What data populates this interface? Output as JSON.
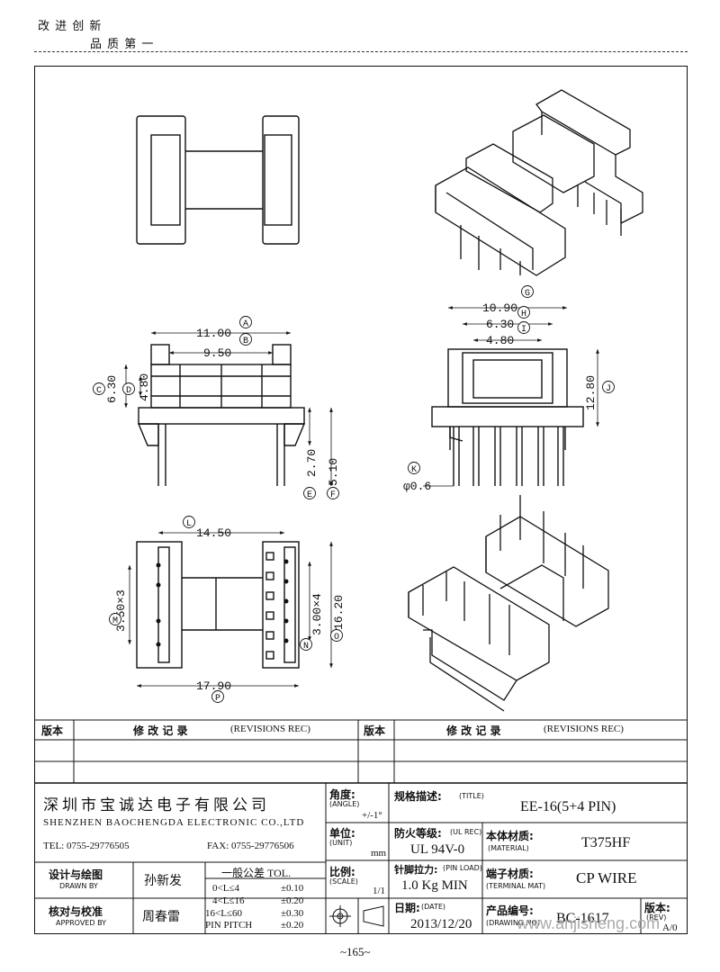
{
  "header": {
    "motto_line1": "改 进 创 新",
    "motto_line2": "品 质 第 一"
  },
  "dimensions": {
    "A": "11.00",
    "B": "9.50",
    "C": "6.30",
    "D": "4.80",
    "E": "2.70",
    "F": "5.10",
    "G": "10.90",
    "H": "6.30",
    "I": "4.80",
    "J": "12.80",
    "K": "φ0.6",
    "L": "14.50",
    "M": "3.50×3",
    "N": "3.00×4",
    "O": "16.20",
    "P": "17.90"
  },
  "markers": [
    "A",
    "B",
    "C",
    "D",
    "E",
    "F",
    "G",
    "H",
    "I",
    "J",
    "K",
    "L",
    "M",
    "N",
    "O",
    "P"
  ],
  "revisions": {
    "col_version": "版本",
    "col_record": "修  改  记  录",
    "col_record_en": "(REVISIONS REC)"
  },
  "title_block": {
    "company_cn": "深圳市宝诚达电子有限公司",
    "company_en": "SHENZHEN BAOCHENGDA ELECTRONIC CO.,LTD",
    "tel": "TEL: 0755-29776505",
    "fax": "FAX: 0755-29776506",
    "angle_label": "角度:",
    "angle_en": "(ANGLE)",
    "angle_value": "+/-1°",
    "unit_label": "单位:",
    "unit_en": "(UNIT)",
    "unit_value": "mm",
    "scale_label": "比例:",
    "scale_en": "(SCALE)",
    "scale_value": "1/1",
    "title_label": "规格描述:",
    "title_en": "(TITLE)",
    "title_value": "EE-16(5+4 PIN)",
    "ul_label": "防火等级:",
    "ul_en": "(UL REC)",
    "ul_value": "UL 94V-0",
    "material_label": "本体材质:",
    "material_en": "(MATERIAL)",
    "material_value": "T375HF",
    "pinload_label": "针脚拉力:",
    "pinload_en": "(PIN LOAD)",
    "pinload_value": "1.0 Kg MIN",
    "terminal_label": "端子材质:",
    "terminal_en": "(TERMINAL MAT)",
    "terminal_value": "CP WIRE",
    "date_label": "日期:",
    "date_en": "(DATE)",
    "date_value": "2013/12/20",
    "drawing_label": "产品编号:",
    "drawing_en": "(DRAWING NO)",
    "drawing_value": "BC-1617",
    "rev_label": "版本:",
    "rev_en": "(REV)",
    "rev_value": "A/0",
    "drawn_label": "设计与绘图",
    "drawn_en": "DRAWN BY",
    "drawn_name": "孙新发",
    "approved_label": "核对与校准",
    "approved_en": "APPROVED BY",
    "approved_name": "周春雷",
    "tol_title": "一般公差 TOL.",
    "tol_rows": [
      {
        "range": "0<L≤4",
        "tol": "±0.10"
      },
      {
        "range": "4<L≤16",
        "tol": "±0.20"
      },
      {
        "range": "16<L≤60",
        "tol": "±0.30"
      },
      {
        "range": "PIN PITCH",
        "tol": "±0.20"
      }
    ]
  },
  "watermark": "www.anjisheng.com",
  "page_number": "~165~"
}
